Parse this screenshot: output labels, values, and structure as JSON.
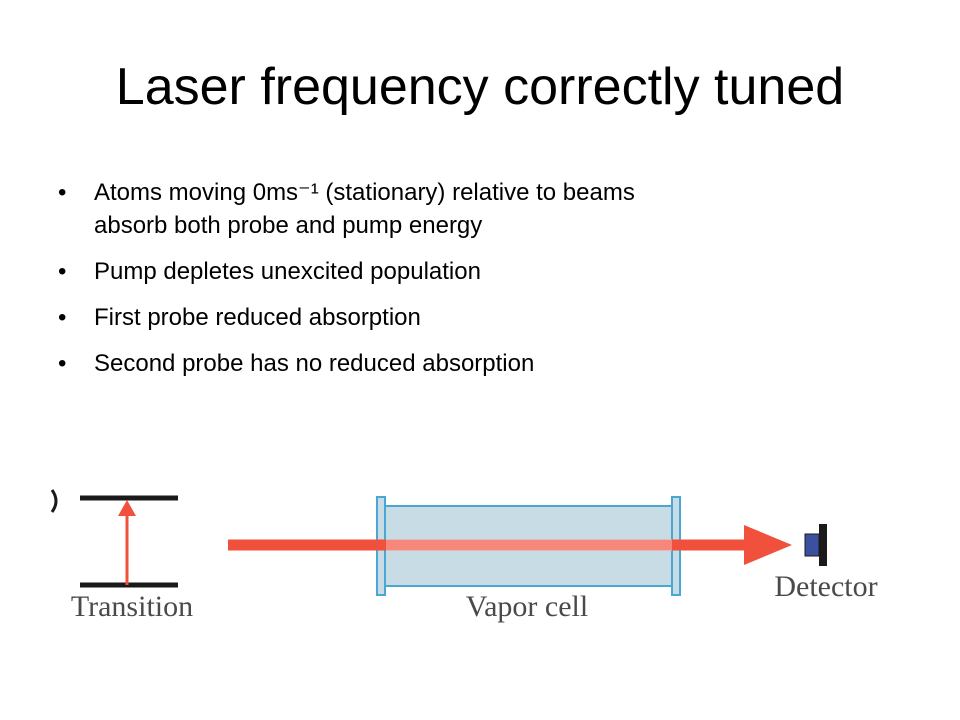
{
  "slide": {
    "title": "Laser frequency correctly tuned",
    "bullets": [
      {
        "line1": "Atoms moving 0ms⁻¹  (stationary) relative to beams",
        "line2": "absorb both probe and pump energy"
      },
      {
        "line1": "Pump depletes unexcited population"
      },
      {
        "line1": "First probe reduced absorption"
      },
      {
        "line1": "Second probe has no reduced absorption"
      }
    ],
    "bullet_symbol": "•"
  },
  "diagram": {
    "labels": {
      "transition": "Transition",
      "vapor_cell": "Vapor cell",
      "detector": "Detector"
    },
    "colors": {
      "beam": "#f0503c",
      "cell_fill": "#c8dce6",
      "cell_outline": "#4aa6d2",
      "detector": "#3c50a0",
      "level_line": "#1a1a1a",
      "label": "#4a4a4a"
    }
  }
}
